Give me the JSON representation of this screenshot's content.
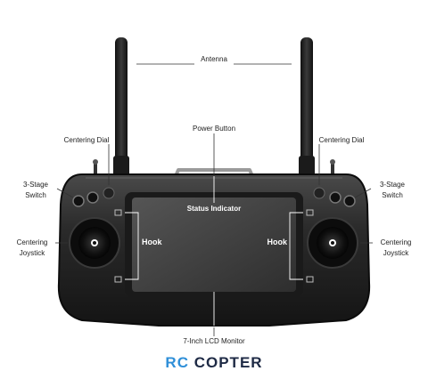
{
  "labels": {
    "antenna": "Antenna",
    "power_button": "Power Button",
    "centering_dial_left": "Centering Dial",
    "centering_dial_right": "Centering Dial",
    "switch_left_line1": "3-Stage",
    "switch_left_line2": "Switch",
    "switch_right_line1": "3-Stage",
    "switch_right_line2": "Switch",
    "status_indicator": "Status Indicator",
    "joystick_left_line1": "Centering",
    "joystick_left_line2": "Joystick",
    "joystick_right_line1": "Centering",
    "joystick_right_line2": "Joystick",
    "hook_left": "Hook",
    "hook_right": "Hook",
    "monitor": "7-Inch LCD Monitor"
  },
  "logo": {
    "part1": "RC",
    "part2": "COPTER"
  },
  "colors": {
    "body": "#2a2a2a",
    "body_edge": "#111111",
    "screen": "#3d3d3d",
    "bezel": "#1a1a1a",
    "logo_dark": "#1e2a45",
    "logo_accent": "#2f8fd8"
  }
}
